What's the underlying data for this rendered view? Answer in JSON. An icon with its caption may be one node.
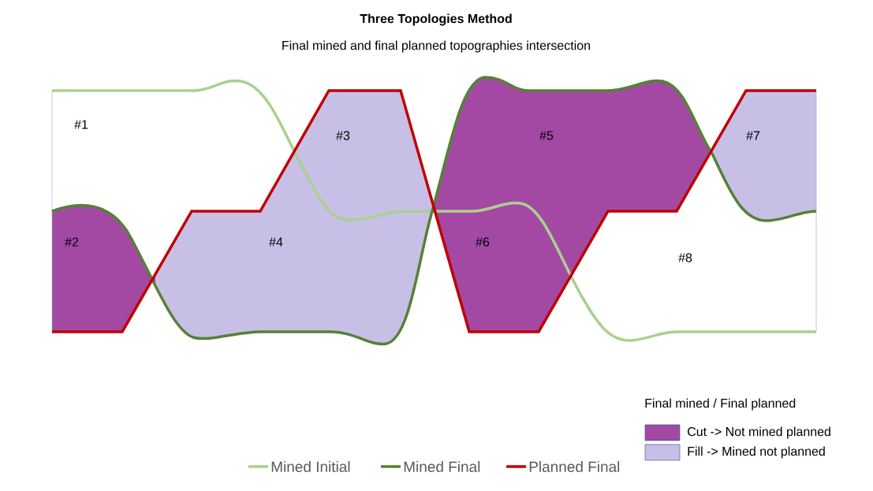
{
  "diagram": {
    "title": "Three Topologies Method",
    "labels": [
      "Final mined and final planned topographies intersection",
      "#1",
      "#2",
      "#3",
      "#4",
      "#5",
      "#6",
      "#7",
      "#8",
      "Final mined / Final planned"
    ],
    "legend": [
      {
        "text": "Mined Initial"
      },
      {
        "text": "Mined Final"
      },
      {
        "text": "Planned Final"
      },
      {
        "text": "Cut -> Not mined planned",
        "color": "#a349a4"
      },
      {
        "text": "Fill -> Mined not planned",
        "color": "#c8bfe7"
      }
    ]
  }
}
